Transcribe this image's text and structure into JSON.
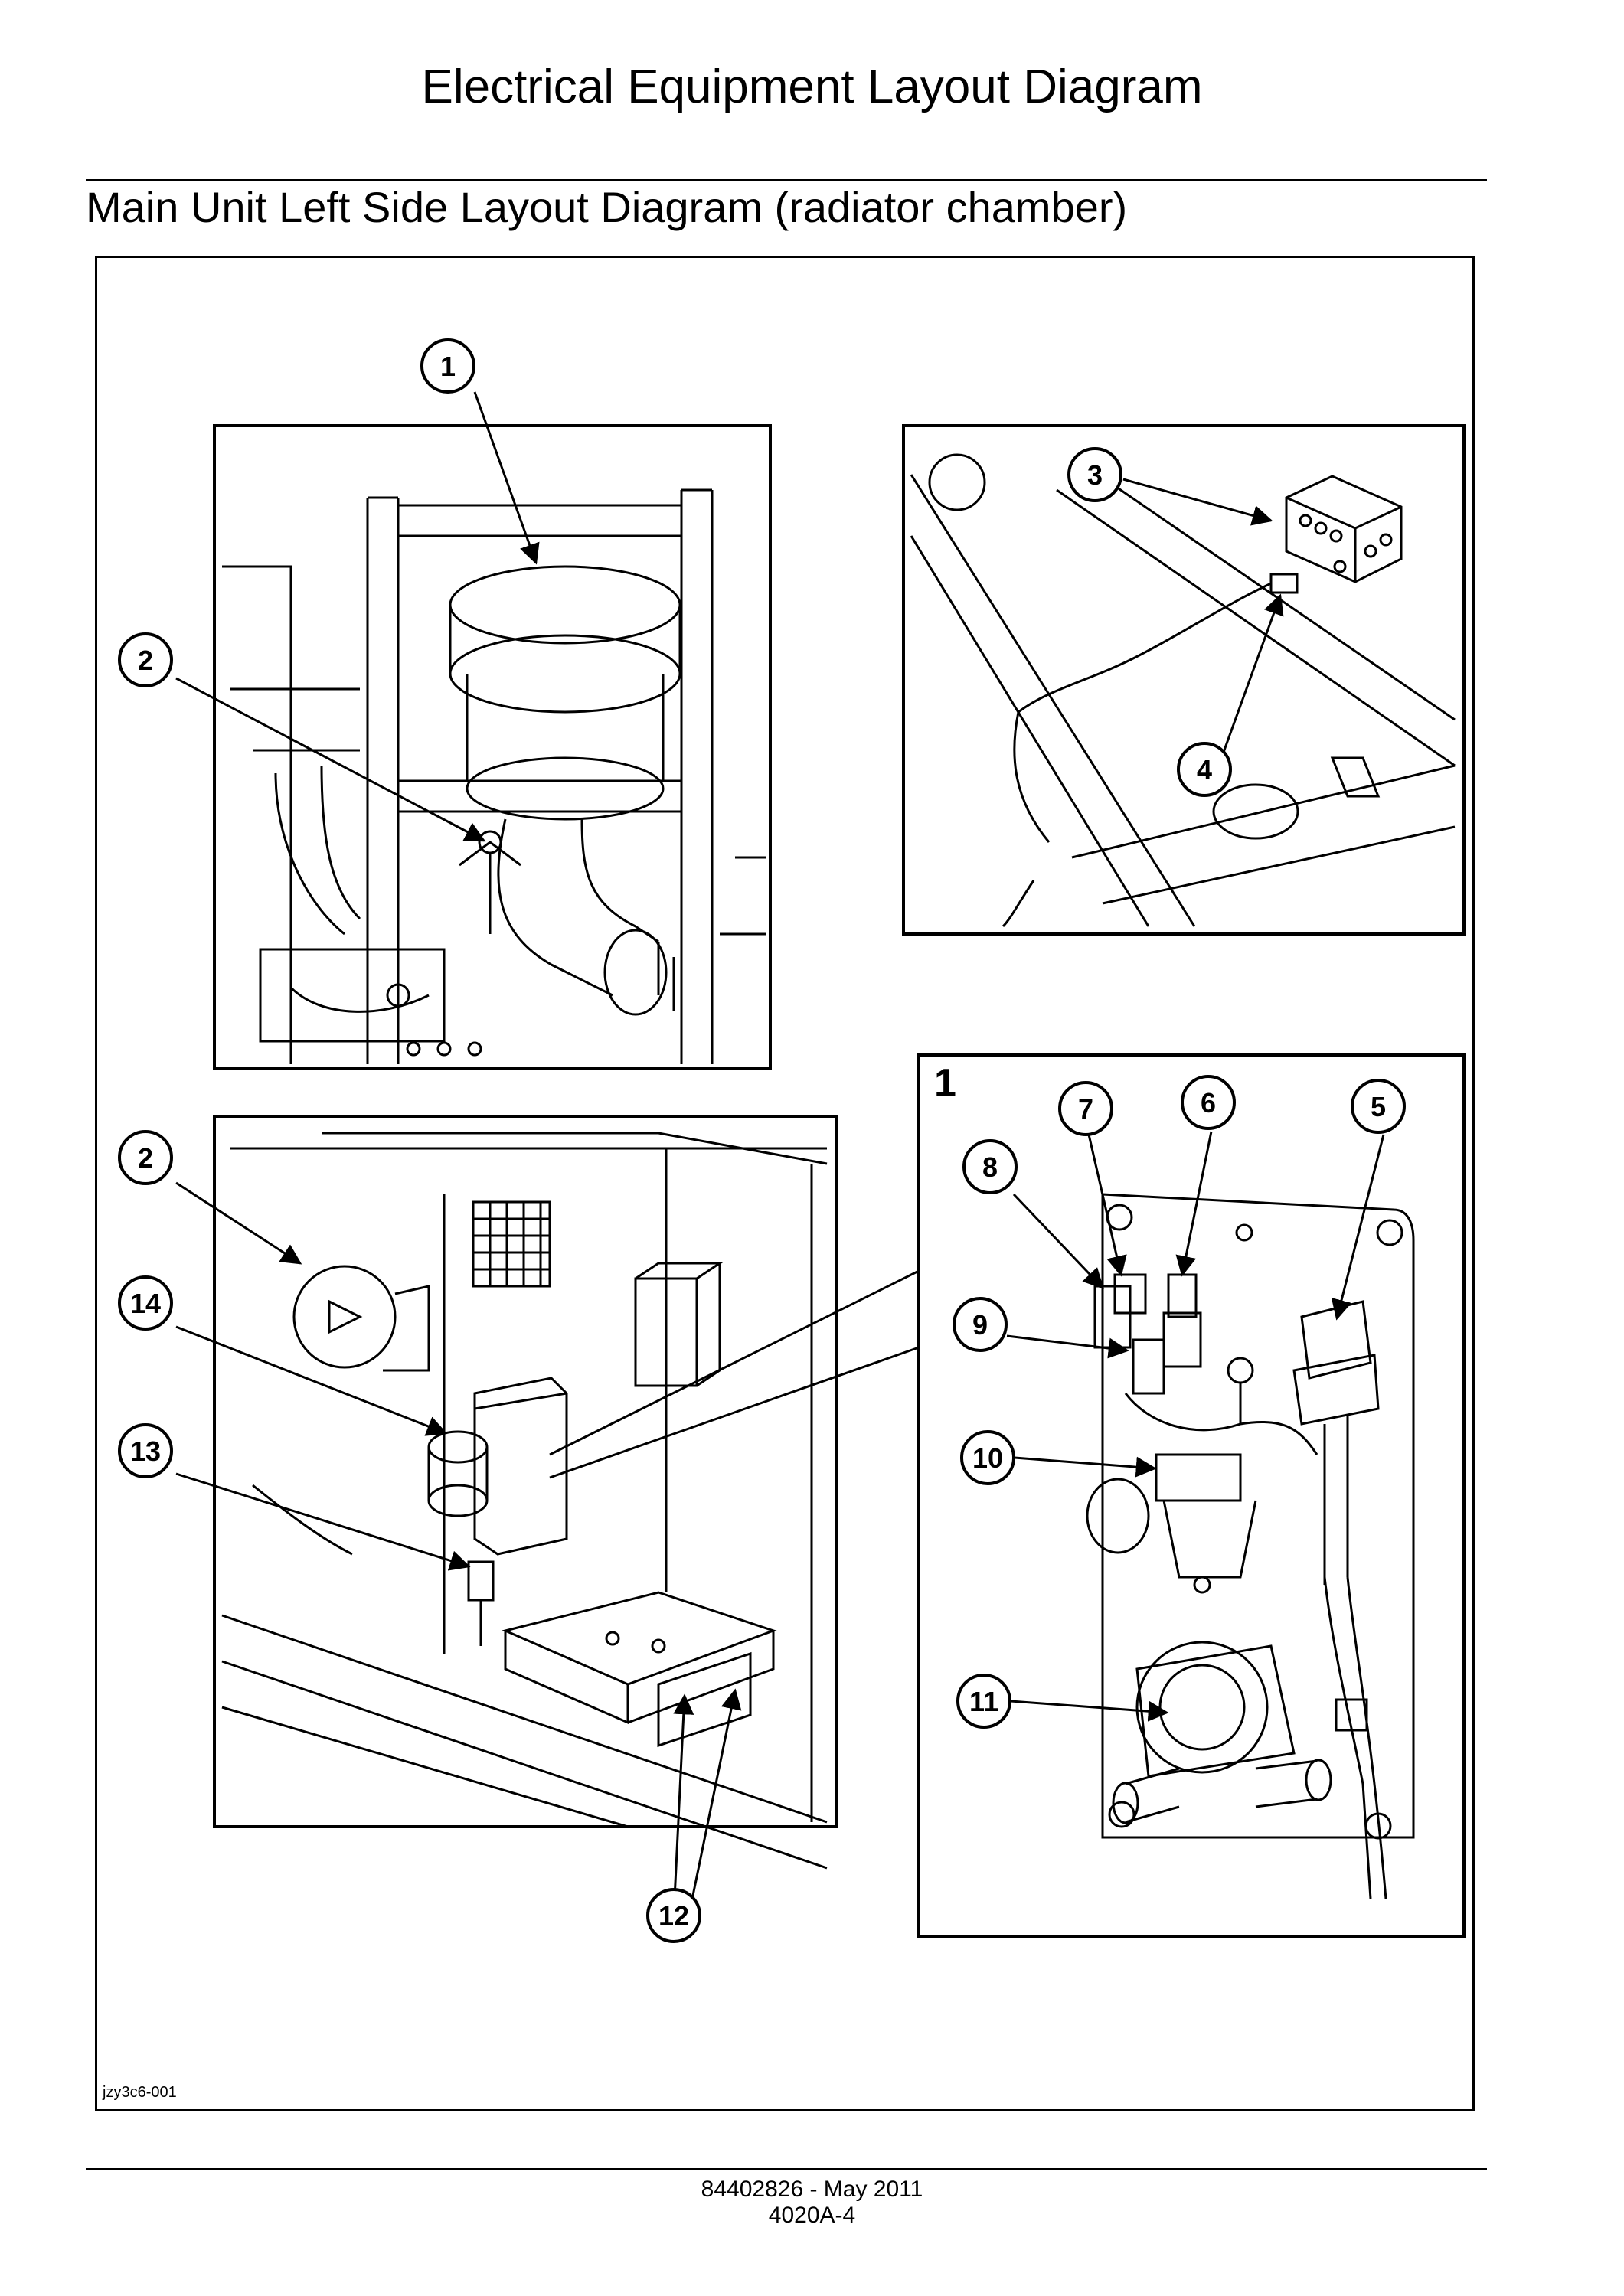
{
  "header": {
    "title": "Electrical Equipment Layout Diagram"
  },
  "section": {
    "title": "Main Unit Left Side Layout Diagram (radiator chamber)"
  },
  "figure": {
    "id": "jzy3c6-001",
    "detail_label": "1",
    "callouts": [
      "1",
      "2",
      "3",
      "4",
      "2",
      "14",
      "13",
      "12",
      "7",
      "6",
      "5",
      "8",
      "9",
      "10",
      "11"
    ]
  },
  "footer": {
    "doc_number": "84402826 - May 2011",
    "page": "4020A-4"
  }
}
